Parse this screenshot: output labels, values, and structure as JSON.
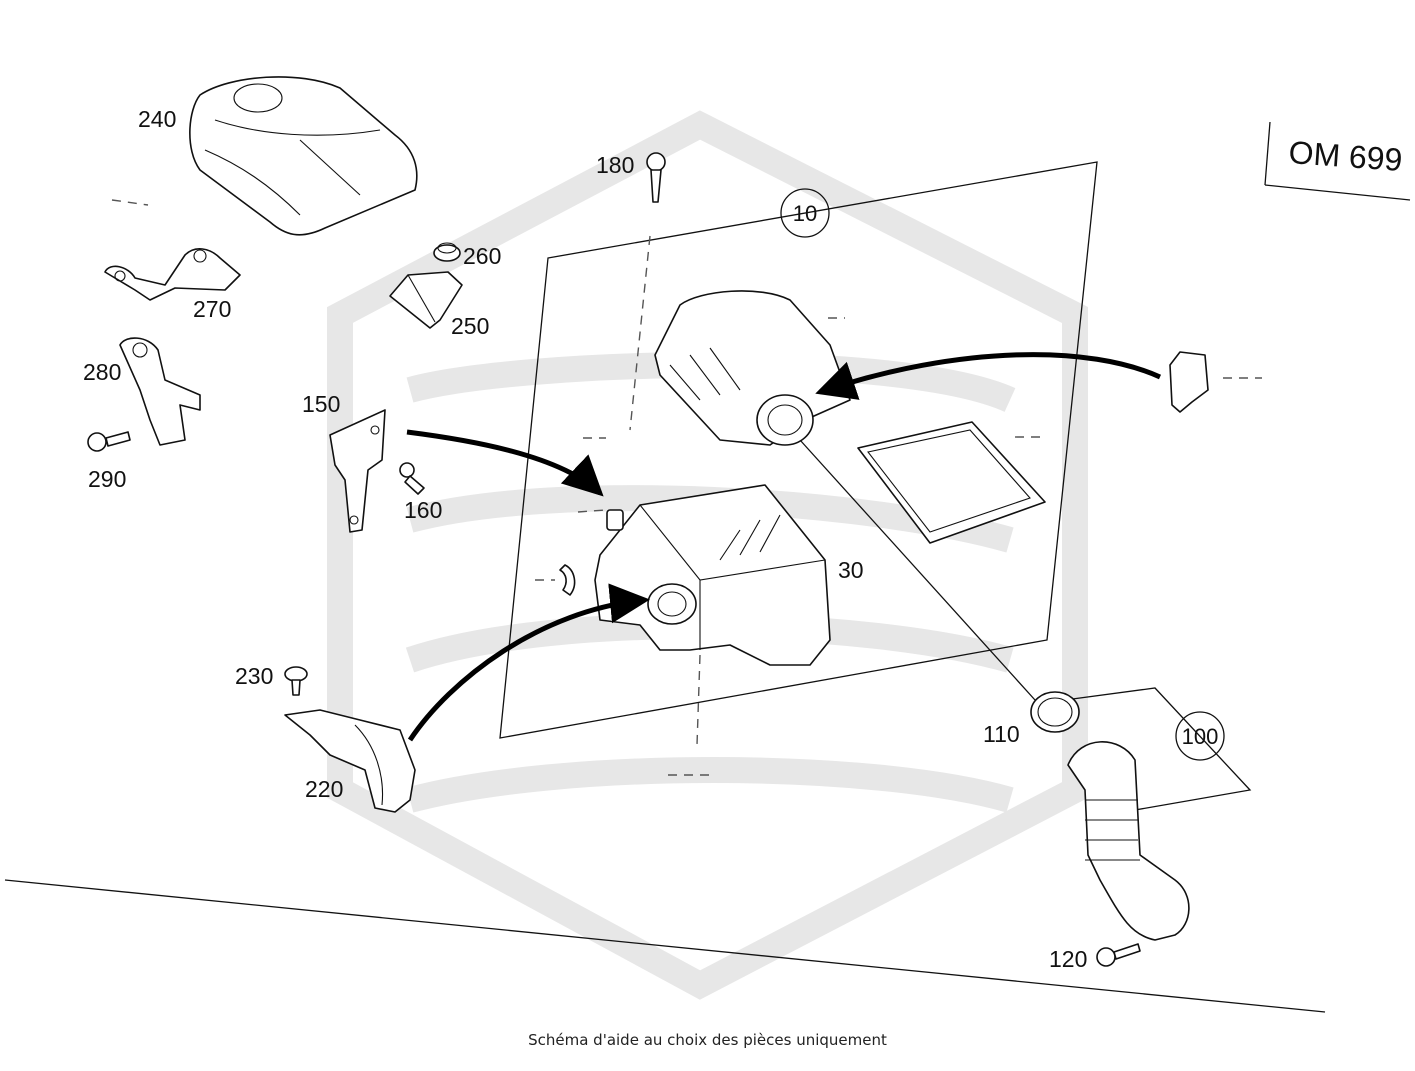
{
  "engine_code": "OM 699",
  "caption": "Schéma d'aide au choix des pièces uniquement",
  "callouts": {
    "p240": "240",
    "p270": "270",
    "p280": "280",
    "p290": "290",
    "p150": "150",
    "p160": "160",
    "p180": "180",
    "p260": "260",
    "p250": "250",
    "p30": "30",
    "p230": "230",
    "p220": "220",
    "p110": "110",
    "p120": "120"
  },
  "assemblies": {
    "a10": "10",
    "a100": "100"
  }
}
